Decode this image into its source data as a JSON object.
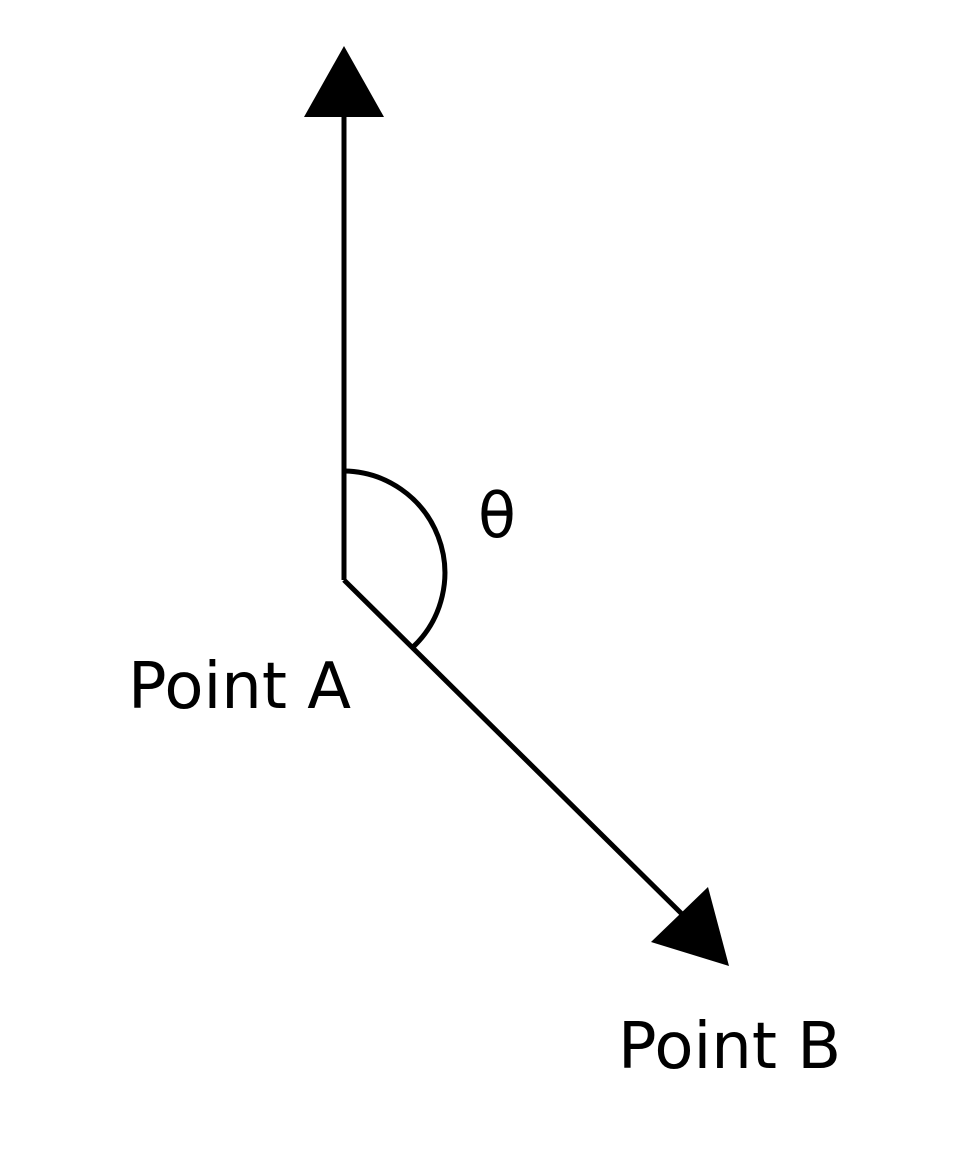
{
  "diagram": {
    "angle_symbol": "θ",
    "point_a_label": "Point A",
    "point_b_label": "Point B",
    "colors": {
      "stroke": "#000000",
      "background": "#ffffff"
    }
  }
}
